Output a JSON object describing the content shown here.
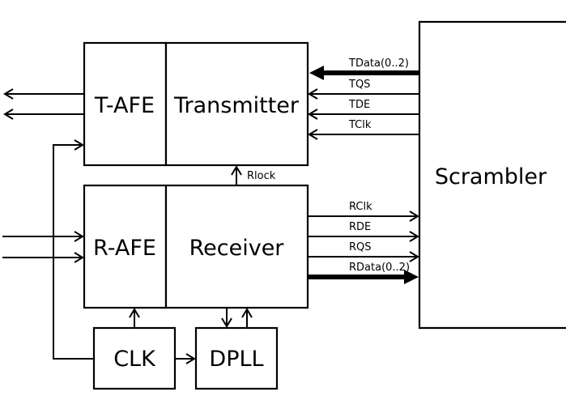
{
  "blocks": {
    "tafe": "T-AFE",
    "transmitter": "Transmitter",
    "rafe": "R-AFE",
    "receiver": "Receiver",
    "clk": "CLK",
    "dpll": "DPLL",
    "scrambler": "Scrambler"
  },
  "signals": {
    "tdata": "TData(0..2)",
    "tqs": "TQS",
    "tde": "TDE",
    "tclk": "TClk",
    "rlock": "Rlock",
    "rclk": "RClk",
    "rde": "RDE",
    "rqs": "RQS",
    "rdata": "RData(0..2)"
  }
}
